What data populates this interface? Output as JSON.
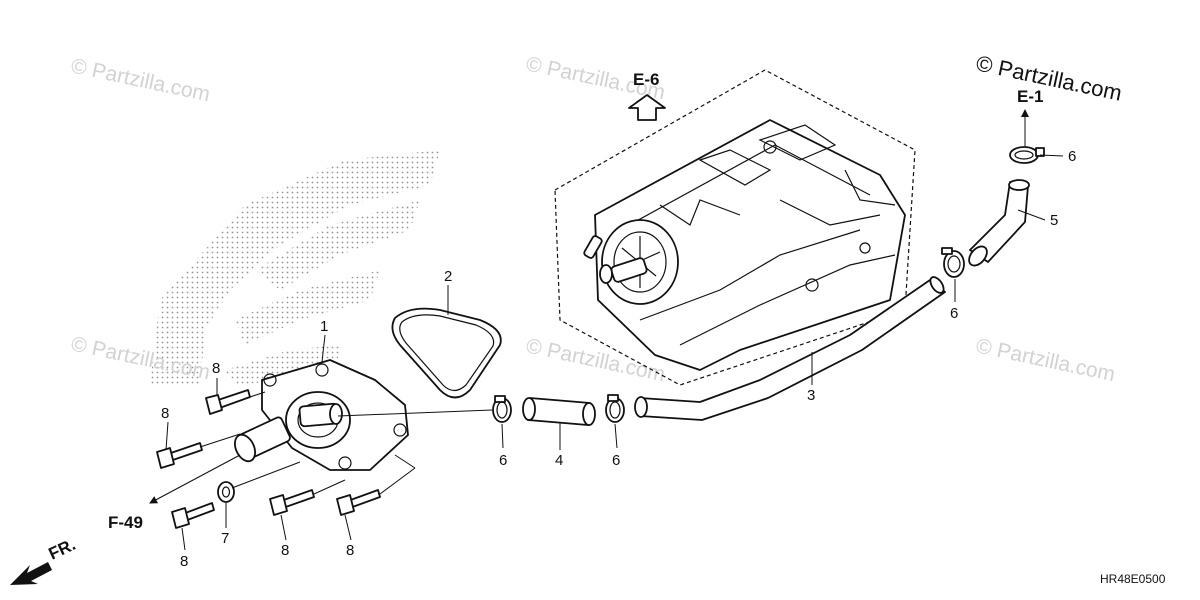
{
  "diagram": {
    "code": "HR48E0500",
    "watermark": "© Partzilla.com",
    "watermark_main": "© Partzilla.com",
    "references": {
      "e6": "E-6",
      "e1": "E-1",
      "f49": "F-49",
      "front": "FR."
    },
    "callouts": [
      "1",
      "2",
      "3",
      "4",
      "5",
      "6",
      "6",
      "6",
      "6",
      "7",
      "8",
      "8",
      "8",
      "8",
      "8"
    ]
  },
  "colors": {
    "line": "#111111",
    "watermark": "#d2d2d2",
    "background": "#ffffff"
  },
  "icons": [
    "front-direction-arrow-icon",
    "up-reference-arrow-icon"
  ]
}
